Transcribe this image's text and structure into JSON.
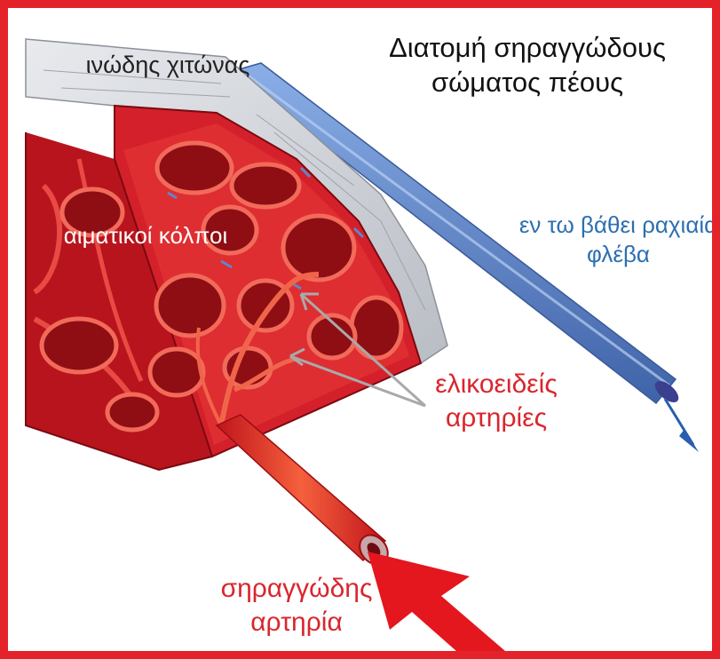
{
  "title": "Διατομή σηραγγώδους σώματος πέους",
  "labels": {
    "tunica": "ινώδης χιτώνας",
    "sinuses": "αιματικοί κόλποι",
    "vein": "εν τω βάθει ραχιαία φλέβα",
    "helicine": "ελικοειδείς αρτηρίες",
    "cavernous_artery": "σηραγγώδης αρτηρία"
  },
  "colors": {
    "frame": "#e3222a",
    "tissue": "#d4202a",
    "tissue_light": "#f05a50",
    "sinus": "#8e0e14",
    "tunica": "#d2d6dc",
    "vein": "#5f86cc",
    "vein_label": "#2c6fb0",
    "artery_label": "#d9262e",
    "arrow": "#e4161e"
  }
}
